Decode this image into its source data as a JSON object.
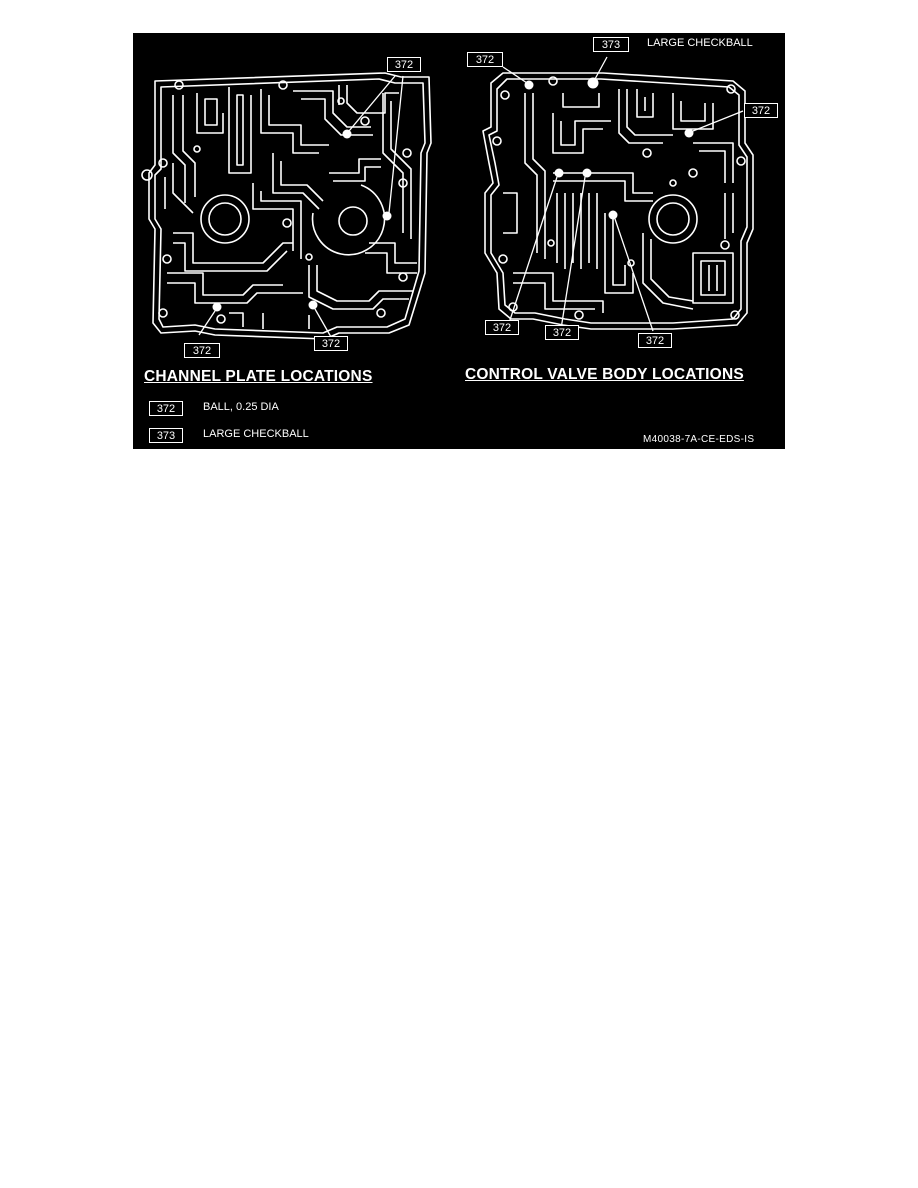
{
  "figure": {
    "callouts": {
      "cp_top": "372",
      "cp_bottom_left": "372",
      "cp_bottom_right": "372",
      "cvb_top_left": "372",
      "cvb_top": "373",
      "cvb_right": "372",
      "cvb_bottom_1": "372",
      "cvb_bottom_2": "372",
      "cvb_bottom_3": "372"
    },
    "top_note": "LARGE CHECKBALL",
    "captions": {
      "left": "CHANNEL PLATE LOCATIONS",
      "right": "CONTROL VALVE BODY LOCATIONS"
    },
    "legend": [
      {
        "code": "372",
        "text": "BALL, 0.25 DIA"
      },
      {
        "code": "373",
        "text": "LARGE CHECKBALL"
      }
    ],
    "figure_code": "M40038-7A-CE-EDS-IS",
    "colors": {
      "background": "#000000",
      "line": "#ffffff"
    }
  }
}
